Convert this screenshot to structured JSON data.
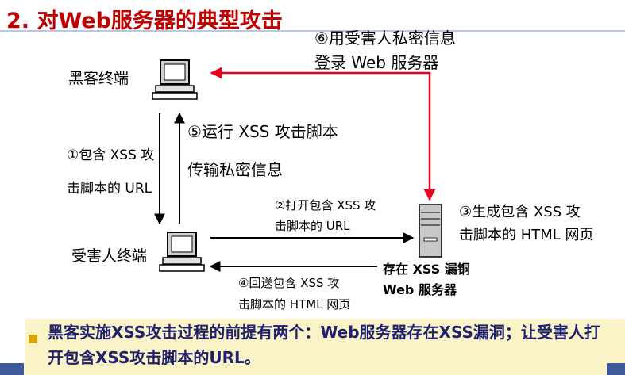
{
  "title": "2. 对Web服务器的典型攻击",
  "nodes": {
    "hacker": "黑客终端",
    "victim": "受害人终端",
    "server_line1": "存在 XSS 漏铜",
    "server_line2": "Web 服务器"
  },
  "steps": {
    "s1_line1": "①包含 XSS 攻",
    "s1_line2": "击脚本的 URL",
    "s2_line1": "②打开包含 XSS 攻",
    "s2_line2": "击脚本的 URL",
    "s3_line1": "③生成包含 XSS 攻",
    "s3_line2": "击脚本的 HTML 网页",
    "s4_line1": "④回送包含 XSS 攻",
    "s4_line2": "击脚本的 HTML 网页",
    "s5_line1": "⑤运行 XSS 攻击脚本",
    "s5_line2": "传输私密信息",
    "s6_line1": "⑥用受害人私密信息",
    "s6_line2": "登录 Web 服务器"
  },
  "note": "黑客实施XSS攻击过程的前提有两个：Web服务器存在XSS漏洞；让受害人打开包含XSS攻击脚本的URL。",
  "colors": {
    "title": "#c00000",
    "attack_arrow": "#e8001c",
    "note_text": "#20206e",
    "note_bg": "#f9f3c7"
  },
  "icons": [
    "computer-icon",
    "server-icon",
    "bullet-icon"
  ]
}
